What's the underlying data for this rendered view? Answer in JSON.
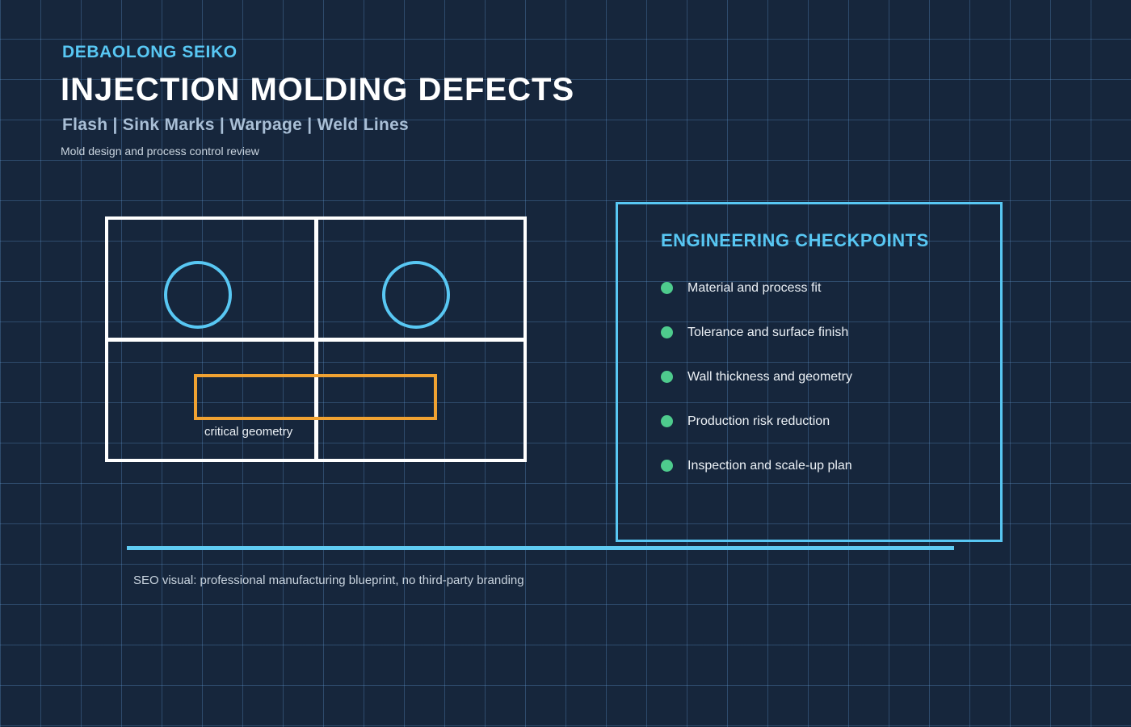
{
  "colors": {
    "background": "#16263C",
    "grid-line": "#2C4A6E",
    "accent-cyan": "#58C7F3",
    "title-white": "#FFFFFF",
    "subtitle-blue": "#A9BFD6",
    "muted-text": "#C9D4DF",
    "item-text": "#ECF1F6",
    "bullet-green": "#4ECB8D",
    "highlight-orange": "#F0A232",
    "divider-cyan": "#5FCBF2"
  },
  "header": {
    "brand": "DEBAOLONG SEIKO",
    "title": "INJECTION MOLDING DEFECTS",
    "subtitle": "Flash | Sink Marks | Warpage | Weld Lines",
    "tagline": "Mold design and process control review"
  },
  "drawing": {
    "label": "critical geometry"
  },
  "panel": {
    "title": "ENGINEERING CHECKPOINTS",
    "items": [
      "Material and process fit",
      "Tolerance and surface finish",
      "Wall thickness and geometry",
      "Production risk reduction",
      "Inspection and scale-up plan"
    ]
  },
  "footer": {
    "note": "SEO visual: professional manufacturing blueprint, no third-party branding"
  }
}
